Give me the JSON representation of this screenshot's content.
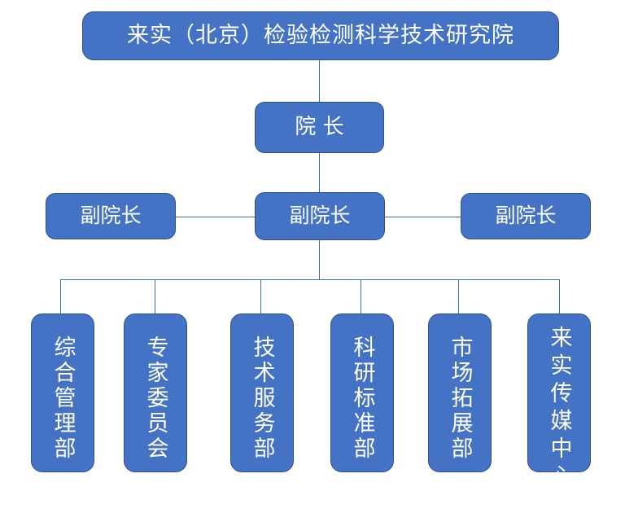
{
  "chart_data": {
    "type": "diagram",
    "subtype": "organization-chart",
    "title": "来实（北京）检验检测科学技术研究院",
    "orientation": "top-down",
    "theme": {
      "node_fill": "#4472C4",
      "node_border": "#2F528F",
      "node_text": "#FFFFFF",
      "connector": "#41709C",
      "background": "#FFFFFF"
    },
    "levels": [
      {
        "level": 1,
        "nodes": [
          "来实（北京）检验检测科学技术研究院"
        ]
      },
      {
        "level": 2,
        "nodes": [
          "院 长"
        ]
      },
      {
        "level": 3,
        "nodes": [
          "副院长",
          "副院长",
          "副院长"
        ]
      },
      {
        "level": 4,
        "nodes": [
          "综合管理部",
          "专家委员会",
          "技术服务部",
          "科研标准部",
          "市场拓展部",
          "来实传媒中心"
        ]
      }
    ],
    "edges": [
      {
        "from": "来实（北京）检验检测科学技术研究院",
        "to": "院 长"
      },
      {
        "from": "院 长",
        "to": "副院长（中）"
      },
      {
        "from": "副院长（中）",
        "to": "副院长（左）"
      },
      {
        "from": "副院长（中）",
        "to": "副院长（右）"
      },
      {
        "from": "副院长（中）",
        "to": "综合管理部"
      },
      {
        "from": "副院长（中）",
        "to": "专家委员会"
      },
      {
        "from": "副院长（中）",
        "to": "技术服务部"
      },
      {
        "from": "副院长（中）",
        "to": "科研标准部"
      },
      {
        "from": "副院长（中）",
        "to": "市场拓展部"
      },
      {
        "from": "副院长（中）",
        "to": "来实传媒中心"
      }
    ]
  },
  "org": {
    "root": {
      "label": "来实（北京）检验检测科学技术研究院"
    },
    "dean": {
      "label": "院 长"
    },
    "vice_deans": [
      {
        "label": "副院长",
        "position": "left"
      },
      {
        "label": "副院长",
        "position": "center"
      },
      {
        "label": "副院长",
        "position": "right"
      }
    ],
    "departments": [
      {
        "label": "综合管理部",
        "chars": 5
      },
      {
        "label": "专家委员会",
        "chars": 5
      },
      {
        "label": "技术服务部",
        "chars": 5
      },
      {
        "label": "科研标准部",
        "chars": 5
      },
      {
        "label": "市场拓展部",
        "chars": 5
      },
      {
        "label": "来实传媒中心",
        "chars": 6
      }
    ]
  }
}
